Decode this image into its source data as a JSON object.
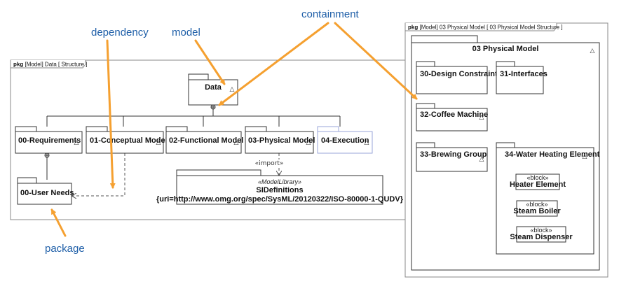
{
  "callouts": {
    "dependency": "dependency",
    "model": "model",
    "containment": "containment",
    "package": "package"
  },
  "left_frame": {
    "kind": "pkg",
    "title": "[Model] Data [ Structure ]"
  },
  "left_packages": {
    "data": "Data",
    "req": "00-Requirements",
    "conceptual": "01-Conceptual Model",
    "functional": "02-Functional Model",
    "physical": "03-Physical Model",
    "execution": "04-Execution",
    "user_needs": "00-User Needs"
  },
  "model_library": {
    "stereotype": "«ModelLibrary»",
    "name": "SIDefinitions",
    "uri": "{uri=http://www.omg.org/spec/SysML/20120322/ISO-80000-1-QUDV}"
  },
  "import_label": "«import»",
  "model_symbol": "△",
  "right_frame": {
    "kind": "pkg",
    "title": "[Model] 03 Physical Model [ 03 Physical Model Structure ]"
  },
  "right_packages": {
    "outer": "03 Physical Model",
    "design": "30-Design Constraints",
    "interfaces": "31-Interfaces",
    "coffee": "32-Coffee Machine",
    "brewing": "33-Brewing Group",
    "water": "34-Water Heating Element"
  },
  "blocks": [
    {
      "stereotype": "«block»",
      "name": "Heater Element"
    },
    {
      "stereotype": "«block»",
      "name": "Steam Boiler"
    },
    {
      "stereotype": "«block»",
      "name": "Steam Dispenser"
    }
  ],
  "colors": {
    "arrow": "#f5a030",
    "callout_text": "#1f5fa8",
    "execution_border": "#9aa6d8"
  }
}
